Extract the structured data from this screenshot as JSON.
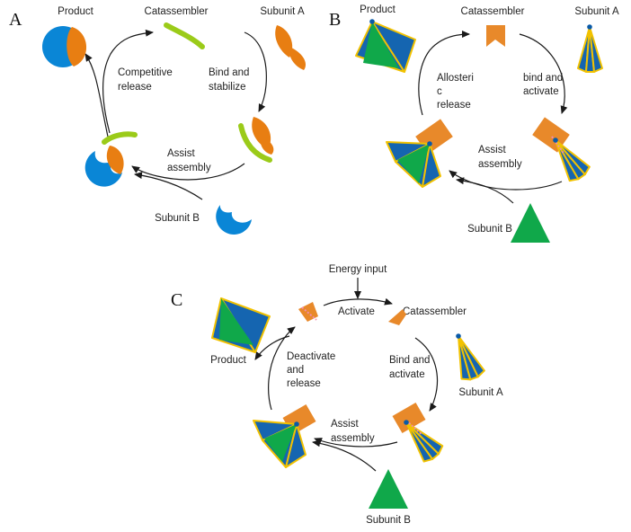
{
  "panels": {
    "a": {
      "letter": "A",
      "product": "Product",
      "catassembler": "Catassembler",
      "subunit_a": "Subunit A",
      "subunit_b": "Subunit B",
      "release": [
        "Competitive",
        "release"
      ],
      "bind": [
        "Bind and",
        "stabilize"
      ],
      "assist": [
        "Assist",
        "assembly"
      ]
    },
    "b": {
      "letter": "B",
      "product": "Product",
      "catassembler": "Catassembler",
      "subunit_a": "Subunit A",
      "subunit_b": "Subunit B",
      "release": [
        "Allosteri",
        "c",
        "release"
      ],
      "bind": [
        "bind and",
        "activate"
      ],
      "assist": [
        "Assist",
        "assembly"
      ]
    },
    "c": {
      "letter": "C",
      "energy": "Energy input",
      "activate": "Activate",
      "catassembler": "Catassembler",
      "product": "Product",
      "release": [
        "Deactivate",
        "and",
        "release"
      ],
      "bind": [
        "Bind and",
        "activate"
      ],
      "subunit_a": "Subunit A",
      "assist": [
        "Assist",
        "assembly"
      ],
      "subunit_b": "Subunit B"
    }
  },
  "colors": {
    "blue": "#0a86d6",
    "orange": "#e87e12",
    "lime": "#9bcb19",
    "green": "#10a84a",
    "yellow": "#f2c200",
    "dark_blue": "#1565b0",
    "catassembler_orange": "#e8892a"
  }
}
